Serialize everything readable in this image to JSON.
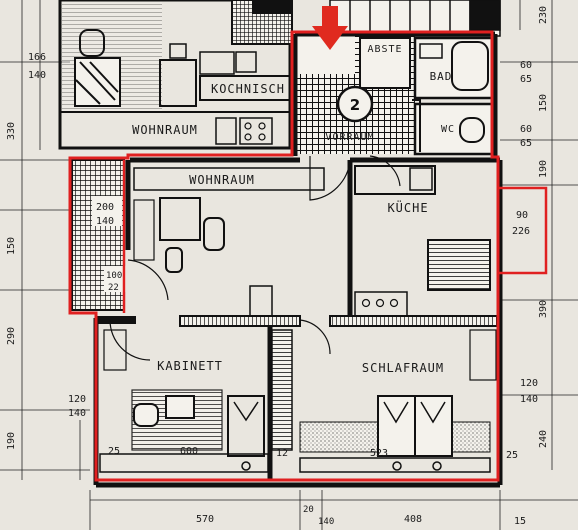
{
  "rooms": {
    "wohnraum_neighbor": "WOHNRAUM",
    "kochnische": "KOCHNISCH",
    "vorraum": "VORRAUM",
    "abstell": "ABSTE",
    "bad": "BAD",
    "wc": "WC",
    "wohnraum": "WOHNRAUM",
    "kueche": "KÜCHE",
    "kabinett": "KABINETT",
    "schlafraum": "SCHLAFRAUM"
  },
  "unit_number": "2",
  "dimensions": {
    "top_left_a": "166",
    "top_left_b": "140",
    "left_330": "330",
    "left_150": "150",
    "left_290": "290",
    "left_190": "190",
    "top_right_230": "230",
    "bad_a": "60",
    "bad_b": "65",
    "right_150": "150",
    "wc_a": "60",
    "wc_b": "65",
    "right_190": "190",
    "window_a": "90",
    "window_b": "226",
    "right_390": "390",
    "balcony_a": "200",
    "balcony_b": "140",
    "balcony_c": "100",
    "balcony_d": "22",
    "kab_a": "120",
    "kab_b": "140",
    "schlaf_a": "120",
    "schlaf_b": "140",
    "right_240": "240",
    "bottom_25a": "25",
    "bottom_600": "600",
    "bottom_12": "12",
    "bottom_523": "523",
    "bottom_25b": "25",
    "bottom_570": "570",
    "bottom_20": "20",
    "bottom_140": "140",
    "bottom_408": "408",
    "bottom_15": "15"
  },
  "colors": {
    "paper": "#e9e6df",
    "ink": "#111111",
    "highlight": "#e02020",
    "arrow": "#e02a1f"
  },
  "markers": {
    "entrance_arrow": "arrow-down-icon"
  }
}
